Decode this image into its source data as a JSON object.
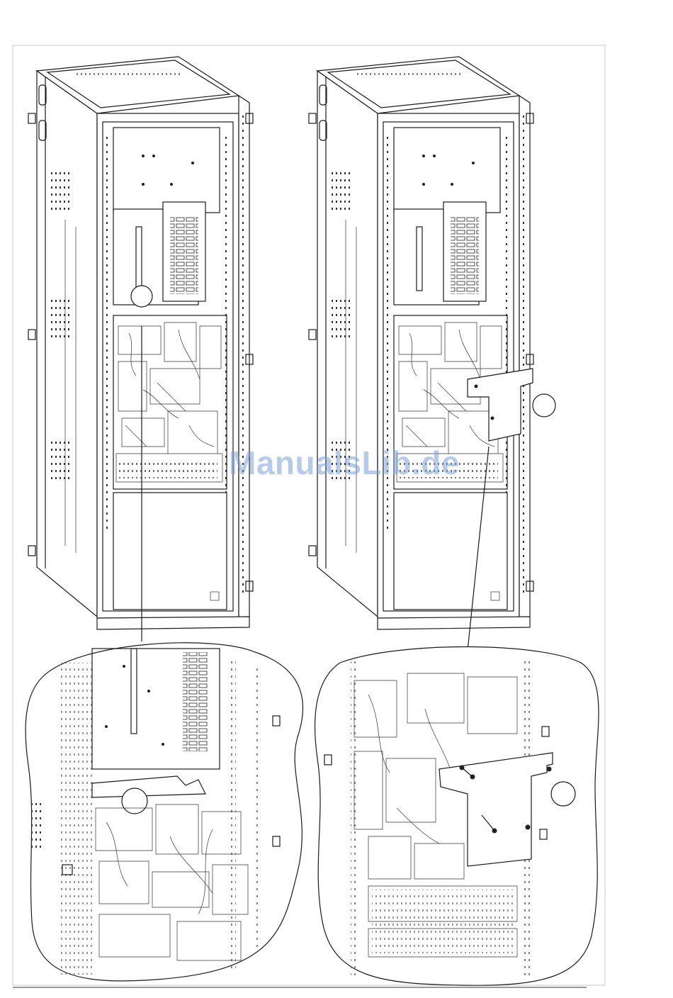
{
  "watermark": {
    "text": "ManualsLib.de",
    "color": "#8fb0dc"
  },
  "figure": {
    "views": [
      "cabinet-before",
      "cabinet-after",
      "detail-before",
      "detail-after"
    ],
    "callouts": [
      "",
      "",
      "",
      ""
    ]
  }
}
